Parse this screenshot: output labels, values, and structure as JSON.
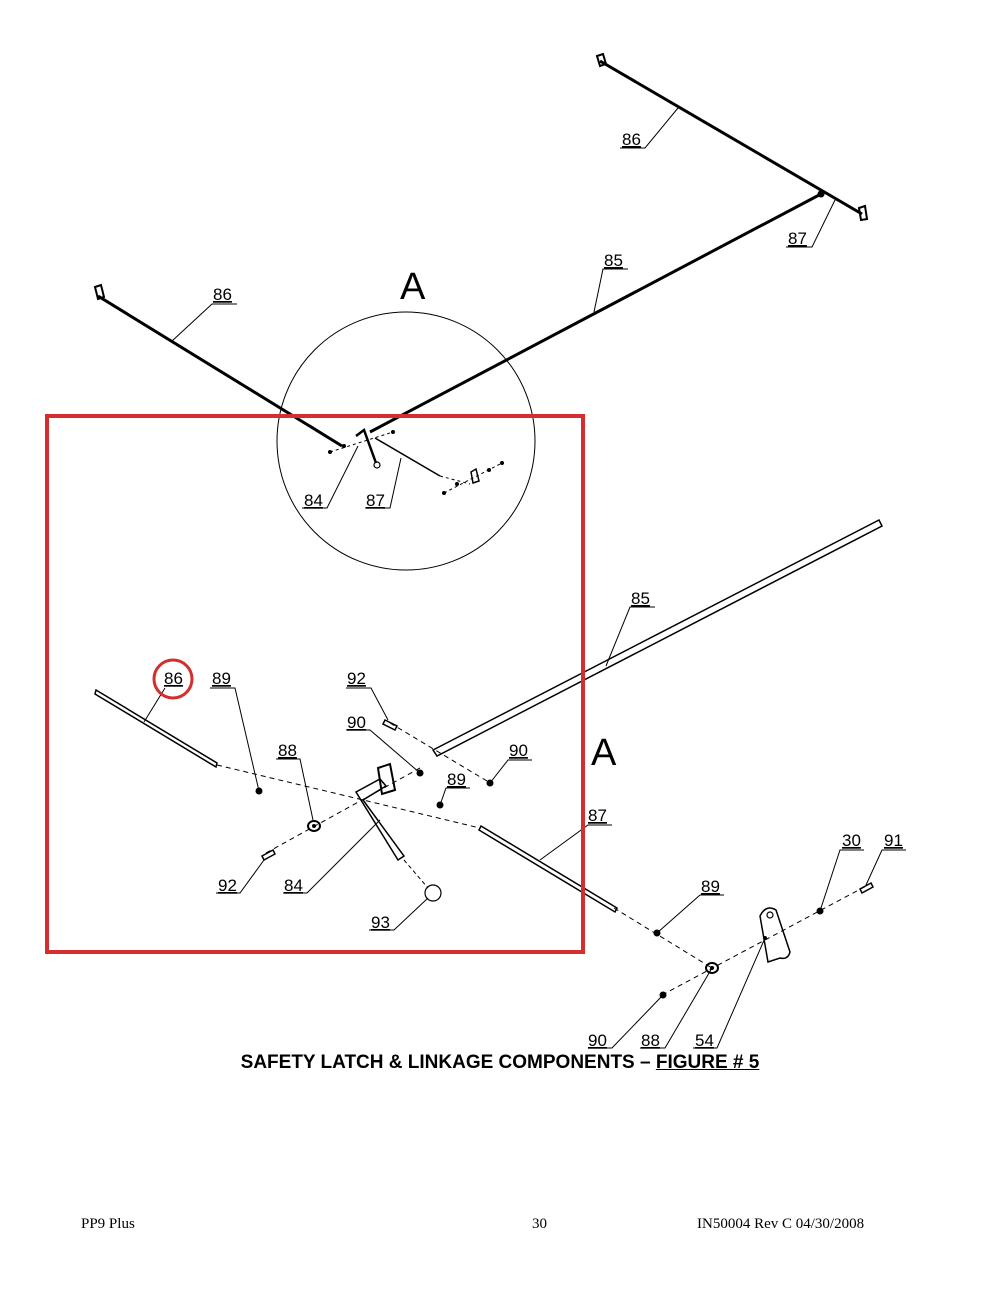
{
  "callouts": {
    "top_86": "86",
    "top_87": "87",
    "top_85": "85",
    "left_86": "86",
    "view_a_top": "A",
    "circle_84": "84",
    "circle_87": "87",
    "lower_85": "85",
    "lower_86": "86",
    "lower_89a": "89",
    "lower_92a": "92",
    "lower_88a": "88",
    "lower_90a": "90",
    "lower_90b": "90",
    "lower_89b": "89",
    "view_a_lower": "A",
    "lower_87": "87",
    "lower_92b": "92",
    "lower_84": "84",
    "lower_93": "93",
    "lower_30": "30",
    "lower_91": "91",
    "lower_89c": "89",
    "lower_90c": "90",
    "lower_88b": "88",
    "lower_54": "54"
  },
  "caption": {
    "text": "SAFETY LATCH & LINKAGE COMPONENTS – ",
    "figure": "FIGURE # 5"
  },
  "footer": {
    "left": "PP9 Plus",
    "center": "30",
    "right": "IN50004 Rev C  04/30/2008"
  },
  "colors": {
    "highlight": "#d32f2f",
    "line": "#000000"
  }
}
